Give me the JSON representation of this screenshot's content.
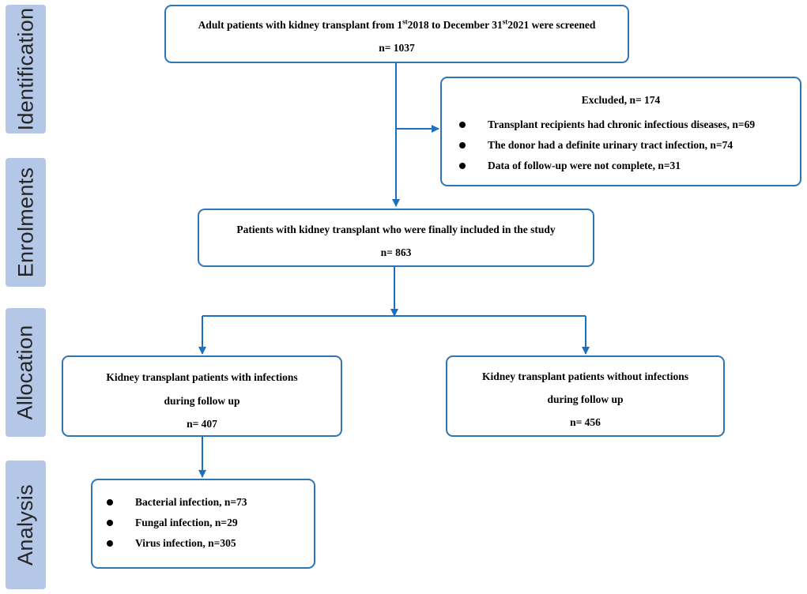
{
  "stages": {
    "identification": "Identification",
    "enrolments": "Enrolments",
    "allocation": "Allocation",
    "analysis": "Analysis"
  },
  "screened": {
    "prefix": "Adult patients with kidney transplant from 1",
    "sup1": "st",
    "middle": "2018 to December 31",
    "sup2": "st",
    "suffix": "2021 were screened",
    "count": "n= 1037"
  },
  "excluded": {
    "title": "Excluded, n= 174",
    "items": [
      "Transplant recipients had chronic infectious diseases, n=69",
      "The donor had a definite urinary tract infection, n=74",
      "Data of follow-up were not complete, n=31"
    ]
  },
  "included": {
    "text": "Patients with kidney transplant who were finally included in the study",
    "count": "n= 863"
  },
  "with_infections": {
    "line1": "Kidney transplant patients with infections",
    "line2": "during follow up",
    "count": "n= 407"
  },
  "without_infections": {
    "line1": "Kidney transplant patients without infections",
    "line2": "during follow up",
    "count": "n= 456"
  },
  "analysis": {
    "items": [
      "Bacterial infection, n=73",
      "Fungal infection, n=29",
      "Virus infection, n=305"
    ]
  },
  "colors": {
    "stage_fill": "#b4c7e7",
    "box_border": "#2e75b6",
    "arrow": "#1f6fbf"
  }
}
